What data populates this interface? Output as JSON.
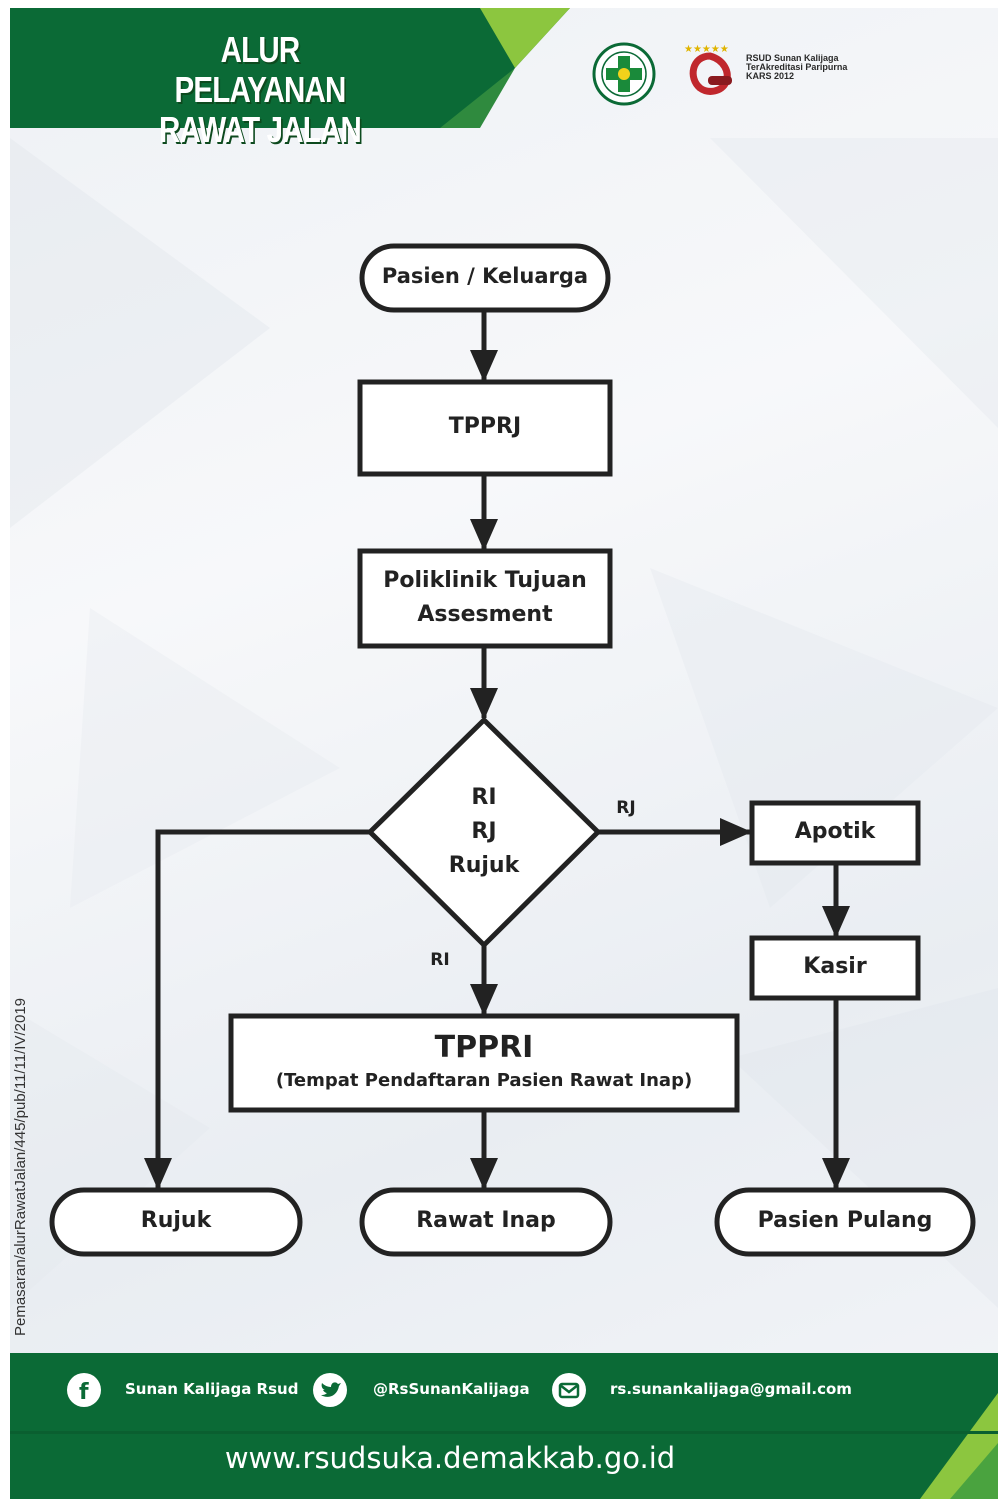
{
  "header": {
    "title_line1": "ALUR PELAYANAN",
    "title_line2": "RAWAT JALAN",
    "accreditation_line1": "RSUD Sunan Kalijaga",
    "accreditation_line2": "TerAkreditasi Paripurna",
    "accreditation_line3": "KARS 2012"
  },
  "flowchart": {
    "start": "Pasien / Keluarga",
    "tpprj": "TPPRJ",
    "poliklinik_line1": "Poliklinik Tujuan",
    "poliklinik_line2": "Assesment",
    "decision_line1": "RI",
    "decision_line2": "RJ",
    "decision_line3": "Rujuk",
    "branch_rj": "RJ",
    "branch_ri": "RI",
    "apotik": "Apotik",
    "kasir": "Kasir",
    "tppri_title": "TPPRI",
    "tppri_subtitle": "(Tempat Pendaftaran Pasien Rawat Inap)",
    "end_rujuk": "Rujuk",
    "end_rawat_inap": "Rawat Inap",
    "end_pasien_pulang": "Pasien Pulang"
  },
  "side_code": "Pemasaran/alurRawatJalan/445/pub/11/11/IV/2019",
  "footer": {
    "facebook": "Sunan Kalijaga Rsud",
    "twitter": "@RsSunanKalijaga",
    "email": "rs.sunankalijaga@gmail.com",
    "website": "www.rsudsuka.demakkab.go.id"
  },
  "colors": {
    "brand_green": "#0b6a36",
    "accent_lime": "#8cc63f",
    "stroke": "#222222"
  },
  "icons": [
    "hospital-cross-logo",
    "kars-accreditation-logo",
    "facebook-icon",
    "twitter-icon",
    "email-icon"
  ]
}
